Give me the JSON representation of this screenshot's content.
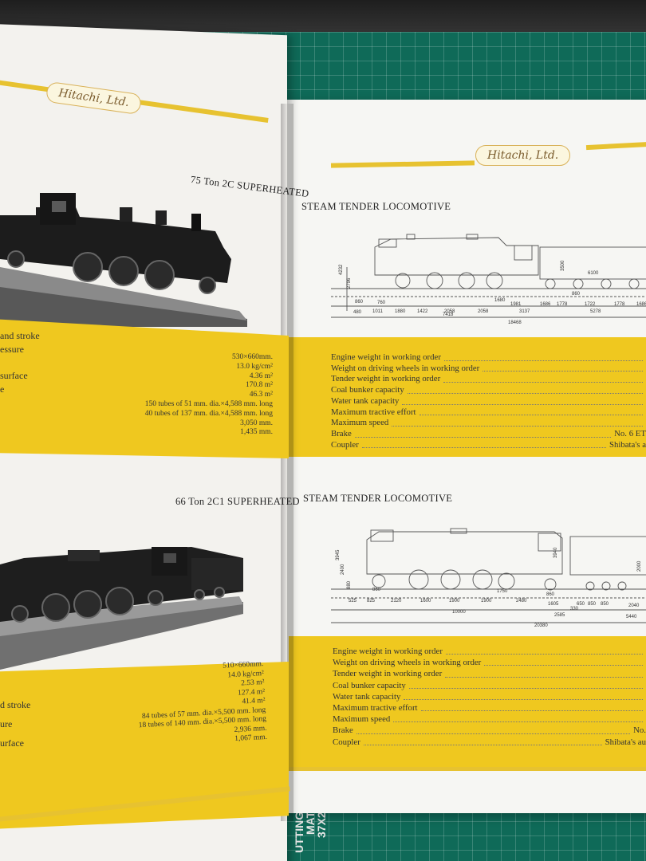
{
  "scene": "photo",
  "colors": {
    "accent_yellow": "#efc81f",
    "mat_green": "#0f6a58",
    "page": "#f4f3ef"
  },
  "mat": {
    "label_line1": "UTTING",
    "label_line2": "MAT",
    "label_line3": "37X2"
  },
  "left_page": {
    "logo": "Hitachi, Ltd.",
    "top_section": {
      "caption": "75 Ton 2C SUPERHEATED",
      "labels": [
        "and stroke",
        "essure",
        "surface",
        "e"
      ],
      "values": [
        "530×660mm.",
        "13.0 kg/cm²",
        "4.36 m²",
        "170.8 m²",
        "46.3 m²",
        "150 tubes of 51 mm. dia.×4,588 mm. long",
        "40 tubes of 137 mm. dia.×4,588 mm. long",
        "3,050 mm.",
        "1,435 mm."
      ]
    },
    "bottom_section": {
      "caption": "66 Ton 2C1 SUPERHEATED",
      "labels": [
        "d stroke",
        "ure",
        "urface"
      ],
      "values": [
        "510×660mm.",
        "14.0 kg/cm²",
        "2.53 m²",
        "127.4 m²",
        "41.4 m²",
        "84 tubes of 57 mm. dia.×5,500 mm. long",
        "18 tubes of 140 mm. dia.×5,500 mm. long",
        "2,936 mm.",
        "1,067 mm."
      ]
    }
  },
  "right_page": {
    "logo": "Hitachi, Ltd.",
    "top_section": {
      "title": "STEAM TENDER LOCOMOTIVE",
      "dims": [
        "4232",
        "2796",
        "860",
        "480",
        "760",
        "1011",
        "1880",
        "1422",
        "2058",
        "2058",
        "1680",
        "1981",
        "1686",
        "1778",
        "860",
        "1722",
        "1778",
        "1686",
        "7418",
        "3137",
        "5278",
        "18468",
        "6100",
        "3500"
      ],
      "specs": [
        {
          "label": "Engine weight in working order",
          "value": ""
        },
        {
          "label": "Weight on driving wheels in working order",
          "value": ""
        },
        {
          "label": "Tender weight in working order",
          "value": ""
        },
        {
          "label": "Coal bunker capacity",
          "value": ""
        },
        {
          "label": "Water tank capacity",
          "value": ""
        },
        {
          "label": "Maximum tractive effort",
          "value": ""
        },
        {
          "label": "Maximum speed",
          "value": ""
        },
        {
          "label": "Brake",
          "value": "No. 6 ET"
        },
        {
          "label": "Coupler",
          "value": "Shibata's a"
        }
      ]
    },
    "bottom_section": {
      "title": "STEAM TENDER LOCOMOTIVE",
      "dims": [
        "3945",
        "2400",
        "880",
        "525",
        "825",
        "860",
        "2120",
        "1600",
        "1900",
        "1900",
        "1750",
        "2480",
        "860",
        "1605",
        "650",
        "850",
        "850",
        "330",
        "2040",
        "10000",
        "2585",
        "5440",
        "20380",
        "3940",
        "2000"
      ],
      "specs": [
        {
          "label": "Engine weight in working order",
          "value": ""
        },
        {
          "label": "Weight on driving wheels in working order",
          "value": ""
        },
        {
          "label": "Tender weight in working order",
          "value": ""
        },
        {
          "label": "Coal bunker capacity",
          "value": ""
        },
        {
          "label": "Water tank capacity",
          "value": ""
        },
        {
          "label": "Maximum tractive effort",
          "value": ""
        },
        {
          "label": "Maximum speed",
          "value": ""
        },
        {
          "label": "Brake",
          "value": "No."
        },
        {
          "label": "Coupler",
          "value": "Shibata's au"
        }
      ]
    }
  }
}
